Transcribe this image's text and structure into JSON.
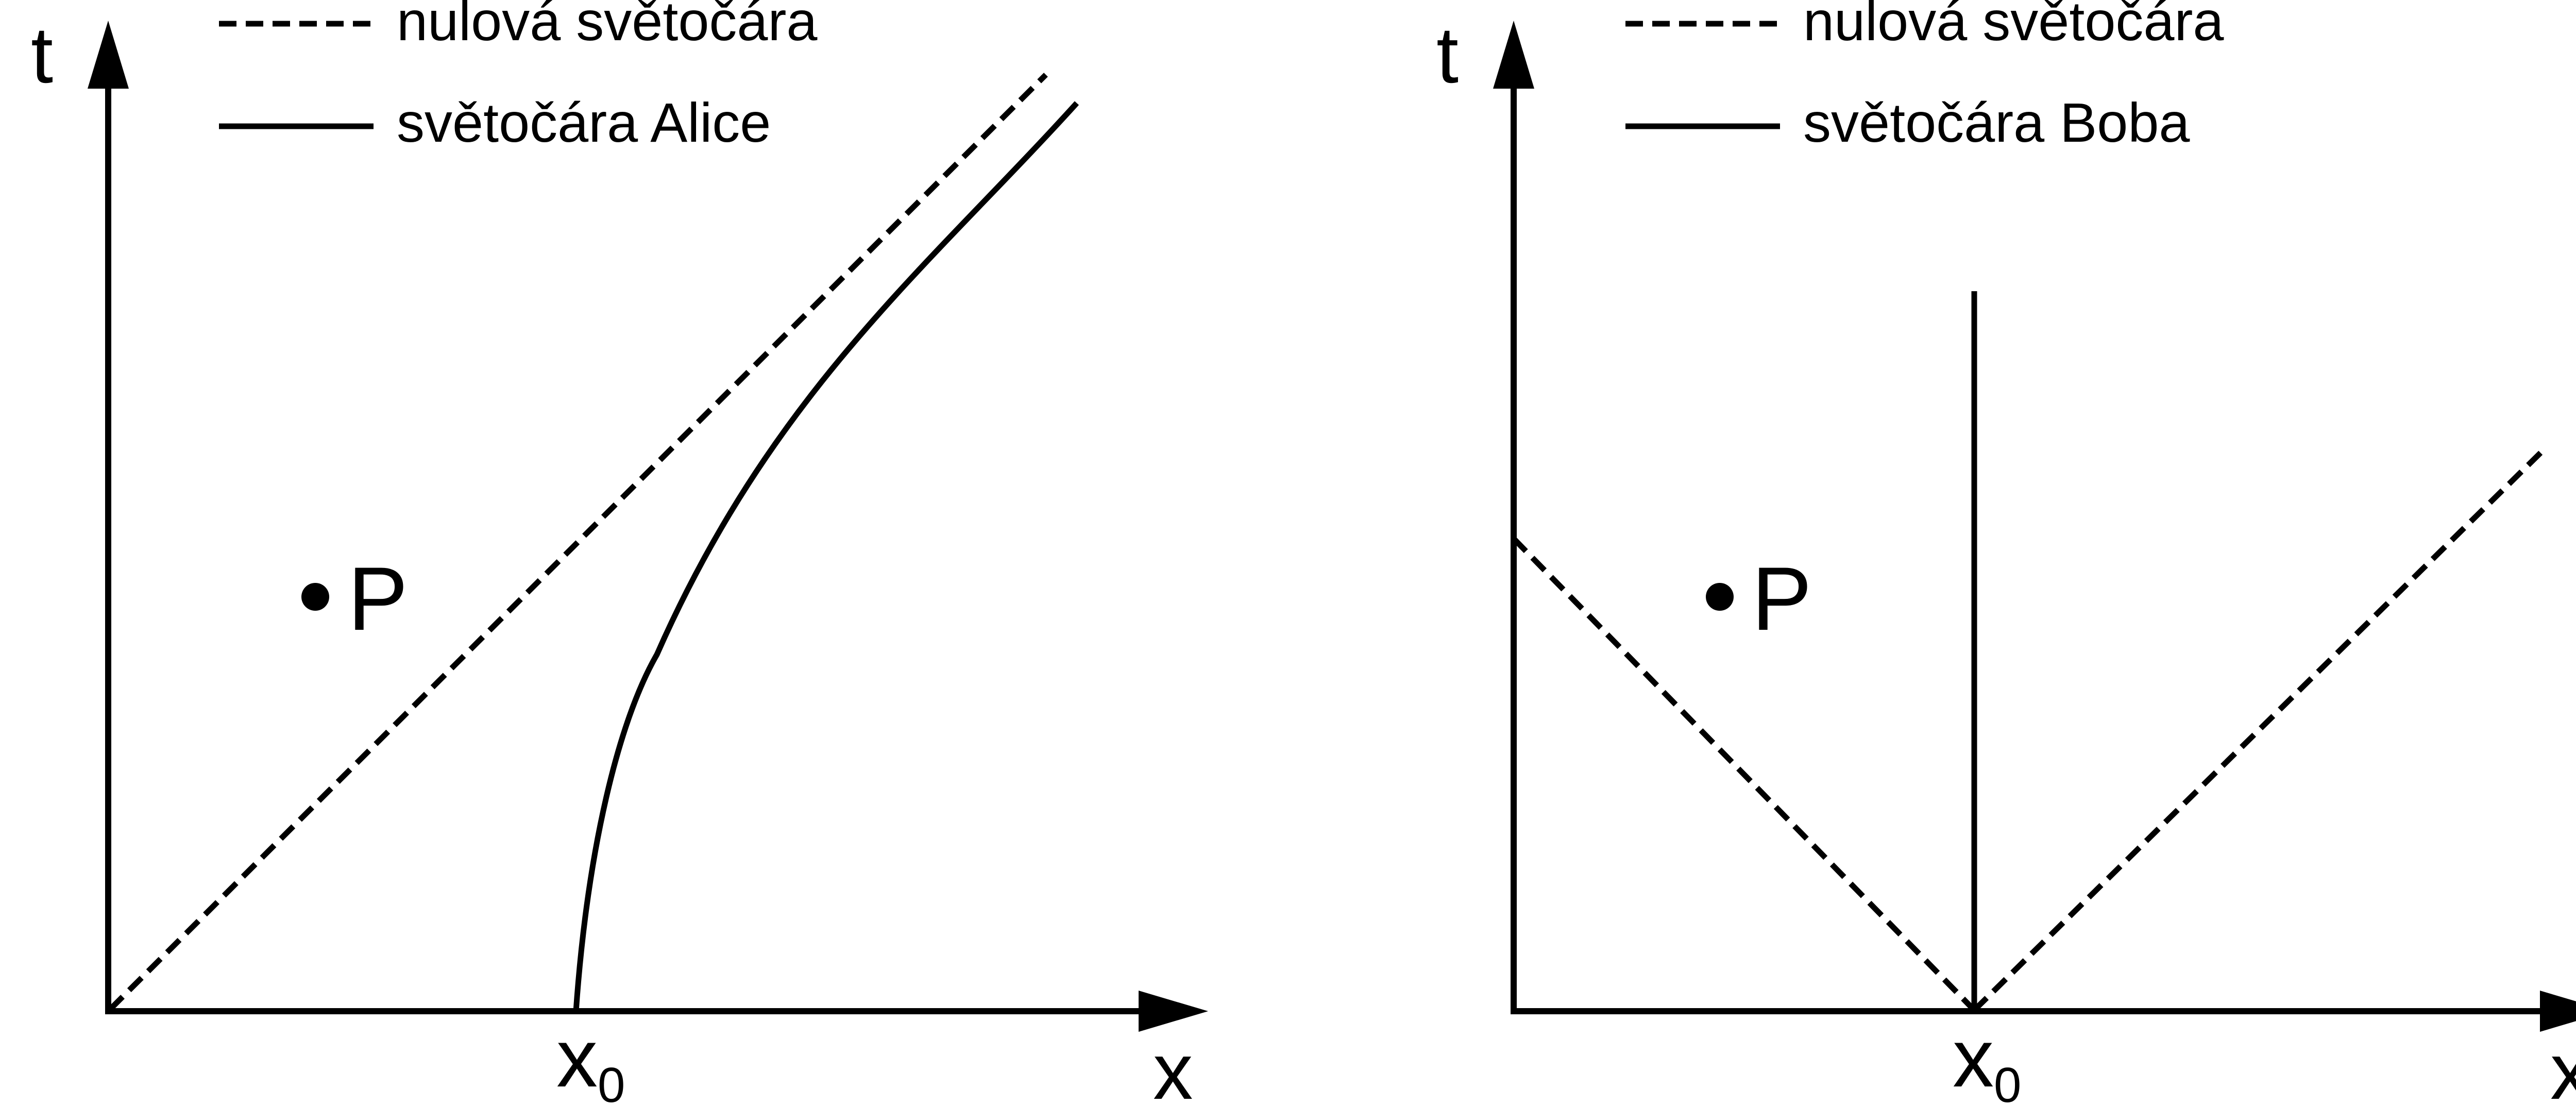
{
  "left_panel": {
    "t_label": "t",
    "x_label": "x",
    "x0_base": "x",
    "x0_sub": "0",
    "point_label": "P",
    "legend_null": "nulová světočára",
    "legend_world": "světočára Alice"
  },
  "right_panel": {
    "t_label": "t",
    "x_label": "x",
    "x0_base": "x",
    "x0_sub": "0",
    "point_label": "P",
    "legend_null": "nulová světočára",
    "legend_world": "světočára Boba"
  },
  "colors": {
    "ink": "#000000",
    "background": "#ffffff"
  }
}
